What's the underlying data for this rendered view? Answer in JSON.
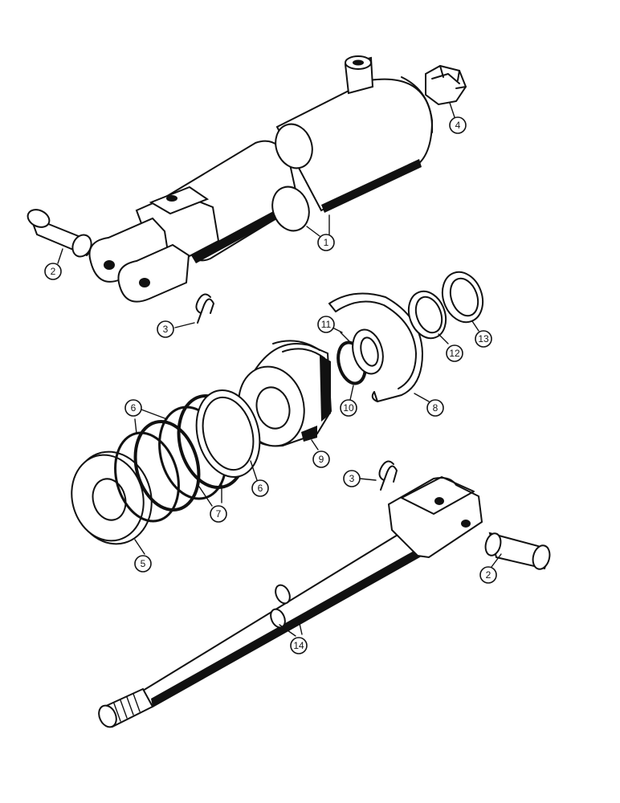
{
  "callouts": [
    {
      "id": "c1",
      "text": "1"
    },
    {
      "id": "c2a",
      "text": "2"
    },
    {
      "id": "c2b",
      "text": "2"
    },
    {
      "id": "c3a",
      "text": "3"
    },
    {
      "id": "c3b",
      "text": "3"
    },
    {
      "id": "c4",
      "text": "4"
    },
    {
      "id": "c5",
      "text": "5"
    },
    {
      "id": "c6a",
      "text": "6"
    },
    {
      "id": "c6b",
      "text": "6"
    },
    {
      "id": "c7",
      "text": "7"
    },
    {
      "id": "c8",
      "text": "8"
    },
    {
      "id": "c9",
      "text": "9"
    },
    {
      "id": "c10",
      "text": "10"
    },
    {
      "id": "c11",
      "text": "11"
    },
    {
      "id": "c12",
      "text": "12"
    },
    {
      "id": "c13",
      "text": "13"
    },
    {
      "id": "c14",
      "text": "14"
    }
  ]
}
